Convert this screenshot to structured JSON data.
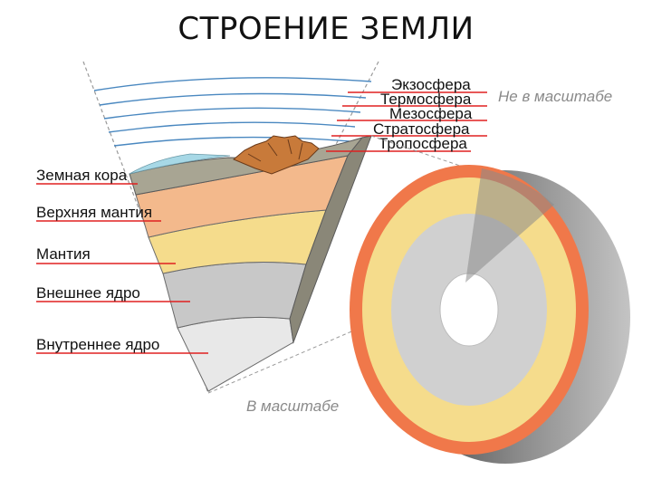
{
  "title": "СТРОЕНИЕ ЗЕМЛИ",
  "atmosphere_layers": [
    "Экзосфера",
    "Термосфера",
    "Мезосфера",
    "Стратосфера",
    "Тропосфера"
  ],
  "earth_layers": [
    "Земная кора",
    "Верхняя мантия",
    "Мантия",
    "Внешнее ядро",
    "Внутреннее ядро"
  ],
  "notes": {
    "not_to_scale": "Не в масштабе",
    "to_scale": "В масштабе"
  },
  "colors": {
    "crust": "#a8a593",
    "crust_dark": "#7b786a",
    "ocean": "#a7d8e6",
    "upper_mantle": "#f3b98c",
    "mantle": "#f5dc8c",
    "outer_core": "#c8c8c8",
    "inner_core": "#e8e8e8",
    "shell_orange": "#f0784a",
    "mountains": "#c87a3a",
    "leader_line": "#e02020",
    "atmosphere_line": "#4a88c0"
  }
}
